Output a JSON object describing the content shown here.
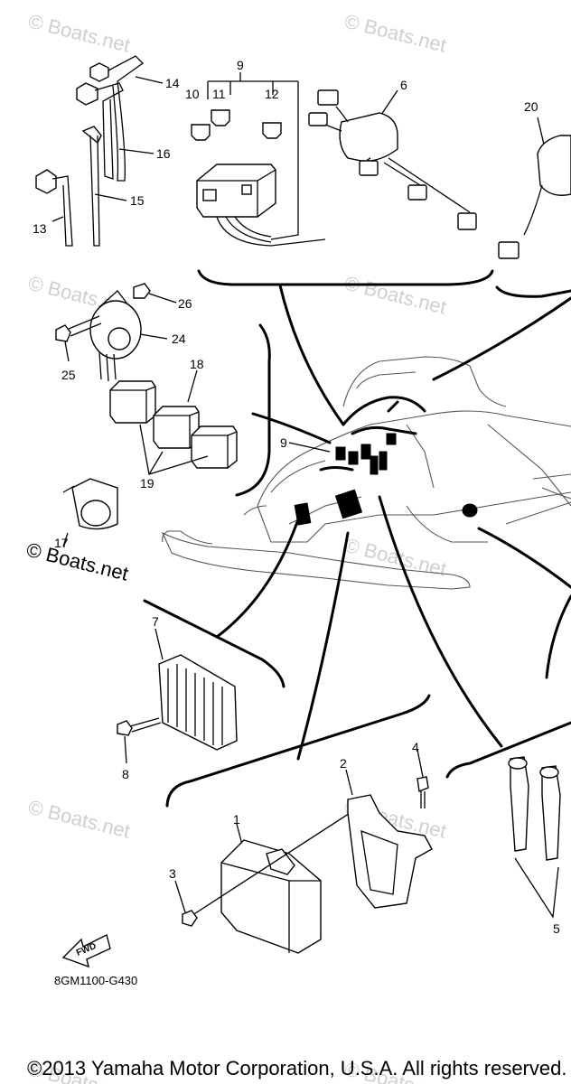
{
  "callouts": [
    "1",
    "2",
    "3",
    "4",
    "5",
    "6",
    "7",
    "8",
    "9",
    "10",
    "11",
    "12",
    "13",
    "14",
    "15",
    "16",
    "17",
    "18",
    "19",
    "20",
    "24",
    "25",
    "26"
  ],
  "watermark": "© Boats.net",
  "watermark_main": "© Boats.net",
  "diagram_code": "8GM1100-G430",
  "fwd_label": "FWD",
  "copyright": "©2013 Yamaha Motor Corporation, U.S.A. All rights reserved."
}
